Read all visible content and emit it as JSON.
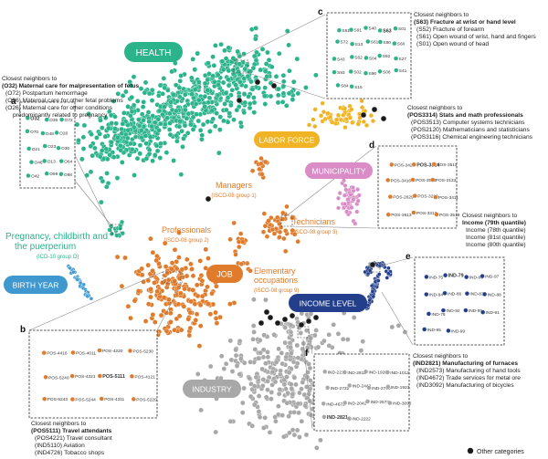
{
  "colors": {
    "health": "#2bb38b",
    "labor": "#f0b323",
    "municipality": "#d98cc6",
    "job": "#e07b2b",
    "income": "#233f8c",
    "industry": "#a8a8a8",
    "birth": "#3f99cf",
    "other": "#1a1a1a"
  },
  "chart_data": {
    "type": "scatter",
    "clusters": [
      {
        "name": "HEALTH",
        "label": "HEALTH",
        "color": "#2bb38b"
      },
      {
        "name": "LABOR FORCE",
        "label": "LABOR FORCE",
        "color": "#f0b323"
      },
      {
        "name": "MUNICIPALITY",
        "label": "MUNICIPALITY",
        "color": "#d98cc6"
      },
      {
        "name": "JOB",
        "label": "JOB",
        "color": "#e07b2b"
      },
      {
        "name": "INCOME LEVEL",
        "label": "INCOME LEVEL",
        "color": "#233f8c"
      },
      {
        "name": "INDUSTRY",
        "label": "INDUSTRY",
        "color": "#a8a8a8"
      },
      {
        "name": "BIRTH YEAR",
        "label": "BIRTH YEAR",
        "color": "#3f99cf"
      }
    ],
    "subgroups": [
      {
        "title": "Managers",
        "sub": "(ISCO-08 group 1)",
        "color": "#e07b2b"
      },
      {
        "title": "Professionals",
        "sub": "(ISCO-08 group 2)",
        "color": "#e07b2b"
      },
      {
        "title": "Technicians",
        "sub": "(ISCO-08 group 3)",
        "color": "#e07b2b"
      },
      {
        "title": "Elementary",
        "title2": "occupations",
        "sub": "(ISCO-08 group 9)",
        "color": "#e07b2b"
      },
      {
        "title": "Pregnancy, childbirth and",
        "title2": "the puerperium",
        "sub": "(ICD-10 group O)",
        "color": "#2bb38b"
      }
    ],
    "legend": {
      "label": "Other categories",
      "color": "#1a1a1a"
    },
    "insets": [
      {
        "letter": "a",
        "labels": [
          "O32",
          "O36",
          "O72",
          "O70",
          "O48",
          "O26",
          "O21",
          "O23",
          "O30",
          "O46",
          "O13",
          "O64",
          "O42",
          "O99",
          "O98"
        ],
        "highlight": "O32"
      },
      {
        "letter": "b",
        "labels": [
          "POS-4416",
          "POS-4011",
          "POS-4220",
          "POS-5230",
          "POS-5240",
          "POS-4221",
          "POS-5111",
          "POS-4121",
          "POS-5243",
          "POS-5244",
          "POS-4311",
          "POS-5220"
        ],
        "highlight": "POS-5111"
      },
      {
        "letter": "c",
        "labels": [
          "S51",
          "S91",
          "S40",
          "S63",
          "S01",
          "S72",
          "S13",
          "S61",
          "S80",
          "S60",
          "S43",
          "S62",
          "S04",
          "S92",
          "S27",
          "S93",
          "S02",
          "S90",
          "S06",
          "S41",
          "S84",
          "S15"
        ],
        "highlight": "S63"
      },
      {
        "letter": "d",
        "labels": [
          "POS-3429",
          "POS-3314",
          "POS-3511",
          "POS-3416",
          "POS-3553",
          "POS-3133",
          "POS-2629",
          "POS-3229",
          "POS-3411",
          "POS-3513",
          "POS-3313",
          "POS-3519"
        ],
        "highlight": "POS-3314"
      },
      {
        "letter": "e",
        "labels": [
          "IND-75",
          "IND-79",
          "IND-80",
          "IND-97",
          "IND-94",
          "IND-86",
          "IND-83",
          "IND-88",
          "IND-78",
          "IND-92",
          "IND-89",
          "IND-91",
          "IND-95",
          "IND-99"
        ],
        "highlight": "IND-79"
      },
      {
        "letter": "f",
        "labels": [
          "IND-2219",
          "IND-2811",
          "IND-1920",
          "IND-1012",
          "IND-2732",
          "IND-2442",
          "IND-2790",
          "IND-1923",
          "IND-4672",
          "IND-2042",
          "IND-2573",
          "IND-3092",
          "IND-2821",
          "IND-2222"
        ],
        "highlight": "IND-2821"
      }
    ]
  },
  "annotations": {
    "a": {
      "line1": "Closest neighbors to",
      "bold": "(O32) Maternal care for malpresentation of fetus",
      "lines": [
        "(O72) Postpartum hemorrhage",
        "(O36) Maternal care for other fetal problems",
        "(O26) Maternal care for other conditions",
        "predominantly related to pregnancy"
      ]
    },
    "b": {
      "line1": "Closest neighbors to",
      "bold": "(POS5111) Travel attendants",
      "lines": [
        "(POS4221) Travel consultant",
        "(IND5110)  Aviation",
        "(IND4726) Tobacco shops"
      ]
    },
    "c": {
      "line1": "Closest neighbors to",
      "bold": "(S63) Fracture at wrist or hand level",
      "lines": [
        "(S52) Fracture of forearm",
        "(S61) Open wound of wrist, hand and fingers",
        "(S01) Open wound of head"
      ]
    },
    "d": {
      "line1": "Closest neighbors to",
      "bold": "(POS3314) Stats and math professionals",
      "lines": [
        "(POS3513) Computer systems technicians",
        "(POS2120) Mathematicians and statisticians",
        "(POS3116) Chemical engineering technicians"
      ]
    },
    "e": {
      "line1": "Closest neighbors to",
      "bold": "Income (79th quantile)",
      "lines": [
        "Income (78th quantile)",
        "Income (81st quantile)",
        "Income (80th quantile)"
      ]
    },
    "f": {
      "line1": "Closest neighbors to",
      "bold": "(IND2821) Manufacturing of furnaces",
      "lines": [
        "(IND2573) Manufacturing of hand tools",
        "(IND4672) Trade services for metal ore",
        "(IND3092) Manufacturing of bicycles"
      ]
    }
  }
}
